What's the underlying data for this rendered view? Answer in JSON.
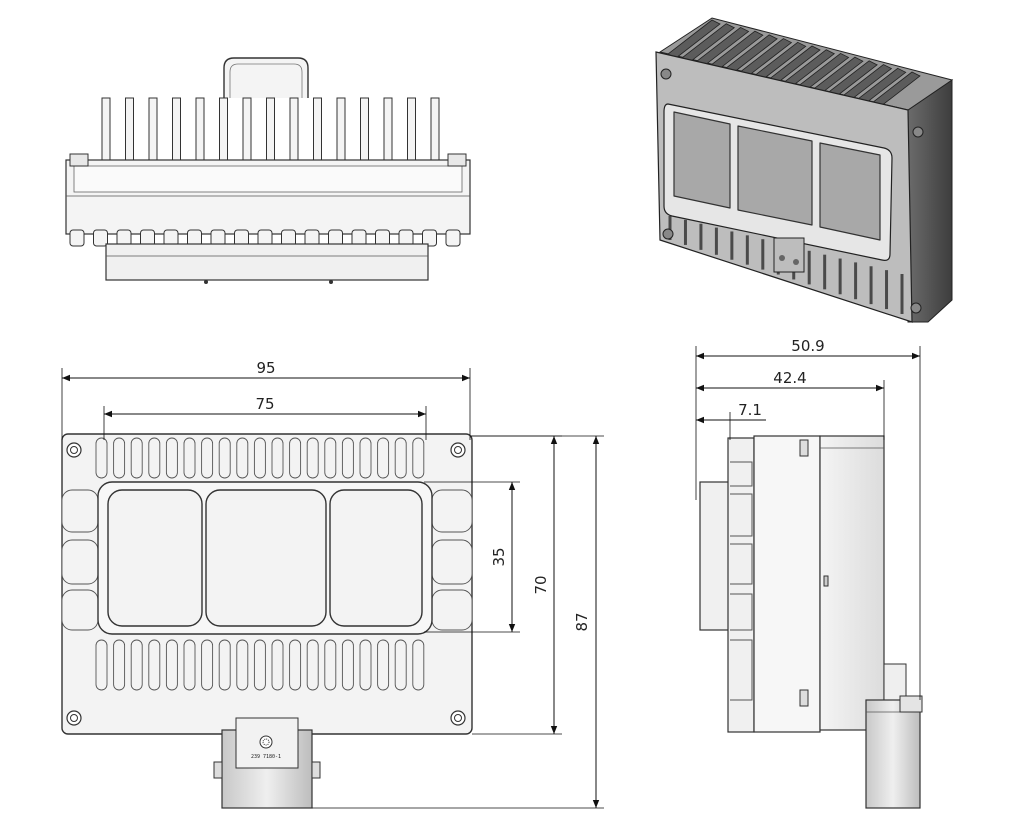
{
  "dimensions": {
    "front_width": "95",
    "front_inner_width": "75",
    "front_pad_height": "35",
    "front_body_height": "70",
    "front_total_height": "87",
    "side_total_depth": "50.9",
    "side_body_depth": "42.4",
    "side_connector_depth": "7.1"
  },
  "labels": {
    "part_number": "239 7180-1"
  },
  "colors": {
    "body_light": "#f2f2f2",
    "body_mid": "#d9d9d9",
    "body_dark": "#8c8c8c",
    "pad": "#b3b3b3",
    "line": "#111111"
  }
}
